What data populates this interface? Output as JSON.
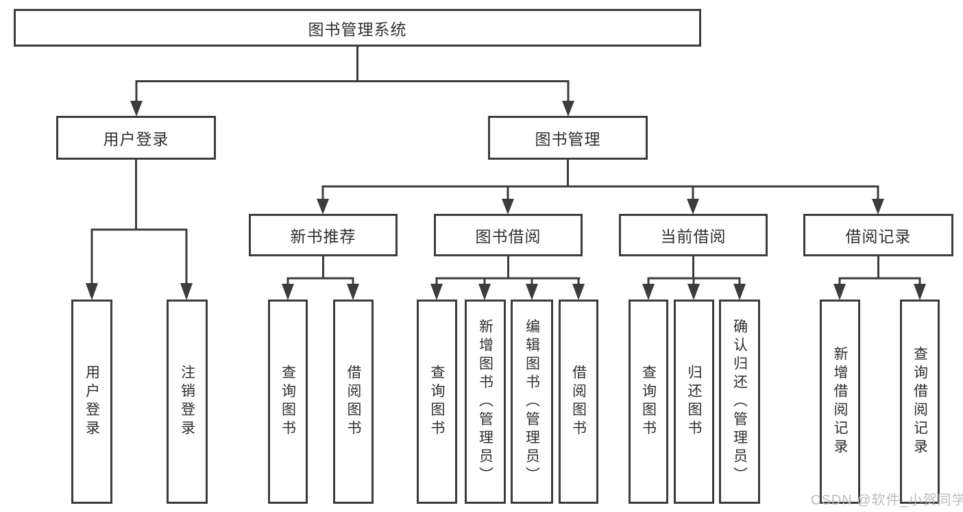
{
  "tree": {
    "root": "图书管理系统",
    "children": [
      {
        "label": "用户登录",
        "children": [
          {
            "label": "用户登录"
          },
          {
            "label": "注销登录"
          }
        ]
      },
      {
        "label": "图书管理",
        "children": [
          {
            "label": "新书推荐",
            "children": [
              {
                "label": "查询图书"
              },
              {
                "label": "借阅图书"
              }
            ]
          },
          {
            "label": "图书借阅",
            "children": [
              {
                "label": "查询图书"
              },
              {
                "label": "新增图书（管理员）"
              },
              {
                "label": "编辑图书（管理员）"
              },
              {
                "label": "借阅图书"
              }
            ]
          },
          {
            "label": "当前借阅",
            "children": [
              {
                "label": "查询图书"
              },
              {
                "label": "归还图书"
              },
              {
                "label": "确认归还（管理员）"
              }
            ]
          },
          {
            "label": "借阅记录",
            "children": [
              {
                "label": "新增借阅记录"
              },
              {
                "label": "查询借阅记录"
              }
            ]
          }
        ]
      }
    ]
  },
  "colors": {
    "line": "#3c3c3c",
    "text": "#2f2f2f",
    "watermark": "#b6bbc1"
  },
  "watermark": {
    "text": "CSDN @软件_小贺同学"
  }
}
